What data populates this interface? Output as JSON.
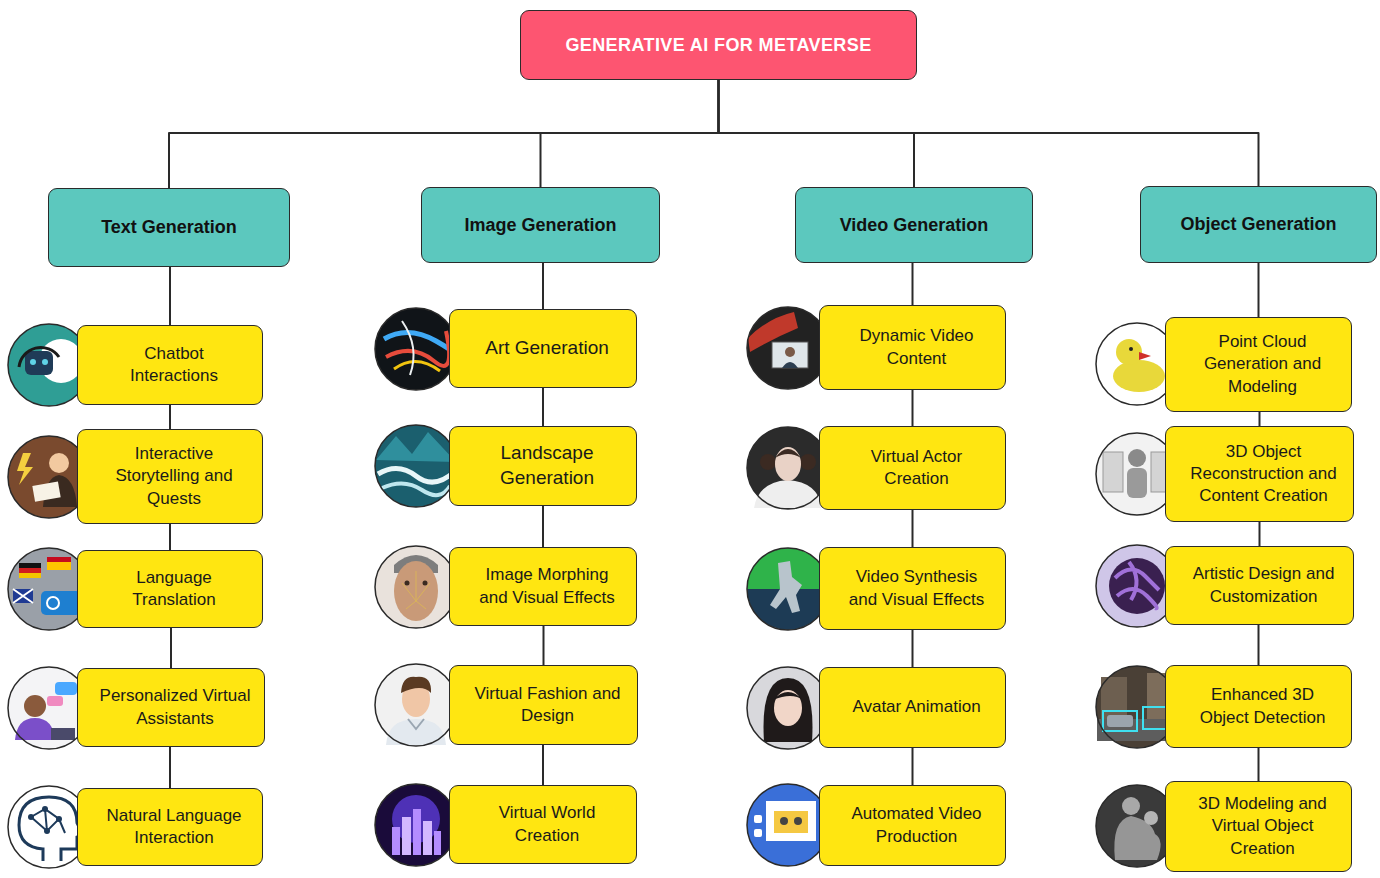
{
  "diagram": {
    "nodes": [
      {
        "text": [
          "GENERATIVE AI FOR METAVERSE"
        ]
      },
      {
        "text": [
          "Text Generation"
        ]
      },
      {
        "text": [
          "Image Generation"
        ]
      },
      {
        "text": [
          "Video Generation"
        ]
      },
      {
        "text": [
          "Object Generation"
        ]
      },
      {
        "text": [
          "Chatbot Interactions"
        ]
      },
      {
        "text": [
          "Interactive Storytelling and Quests"
        ]
      },
      {
        "text": [
          "Language Translation"
        ]
      },
      {
        "text": [
          "Personalized Virtual Assistants"
        ]
      },
      {
        "text": [
          "Natural Language Interaction"
        ]
      },
      {
        "text": [
          "Art Generation"
        ]
      },
      {
        "text": [
          "Landscape Generation"
        ]
      },
      {
        "text": [
          "Image Morphing and Visual Effects"
        ]
      },
      {
        "text": [
          "Virtual Fashion and Design"
        ]
      },
      {
        "text": [
          "Virtual World Creation"
        ]
      },
      {
        "text": [
          "Dynamic Video Content"
        ]
      },
      {
        "text": [
          "Virtual Actor Creation"
        ]
      },
      {
        "text": [
          "Video Synthesis and Visual Effects"
        ]
      },
      {
        "text": [
          "Avatar Animation"
        ]
      },
      {
        "text": [
          "Automated Video Production"
        ]
      },
      {
        "text": [
          "Point Cloud Generation and Modeling"
        ]
      },
      {
        "text": [
          "3D Object Reconstruction and Content Creation"
        ]
      },
      {
        "text": [
          "Artistic Design and Customization"
        ]
      },
      {
        "text": [
          "Enhanced 3D Object Detection"
        ]
      },
      {
        "text": [
          "3D Modeling and Virtual Object Creation"
        ]
      }
    ],
    "edges": [
      {
        "from": 0,
        "to": 1,
        "arrow": "none"
      },
      {
        "from": 0,
        "to": 2,
        "arrow": "none"
      },
      {
        "from": 0,
        "to": 3,
        "arrow": "none"
      },
      {
        "from": 0,
        "to": 4,
        "arrow": "none"
      },
      {
        "from": 1,
        "to": 5,
        "arrow": "none"
      },
      {
        "from": 5,
        "to": 6,
        "arrow": "none"
      },
      {
        "from": 6,
        "to": 7,
        "arrow": "none"
      },
      {
        "from": 7,
        "to": 8,
        "arrow": "none"
      },
      {
        "from": 8,
        "to": 9,
        "arrow": "none"
      },
      {
        "from": 2,
        "to": 10,
        "arrow": "none"
      },
      {
        "from": 10,
        "to": 11,
        "arrow": "none"
      },
      {
        "from": 11,
        "to": 12,
        "arrow": "none"
      },
      {
        "from": 12,
        "to": 13,
        "arrow": "none"
      },
      {
        "from": 13,
        "to": 14,
        "arrow": "none"
      },
      {
        "from": 3,
        "to": 15,
        "arrow": "none"
      },
      {
        "from": 15,
        "to": 16,
        "arrow": "none"
      },
      {
        "from": 16,
        "to": 17,
        "arrow": "none"
      },
      {
        "from": 17,
        "to": 18,
        "arrow": "none"
      },
      {
        "from": 18,
        "to": 19,
        "arrow": "none"
      },
      {
        "from": 4,
        "to": 20,
        "arrow": "none"
      },
      {
        "from": 20,
        "to": 21,
        "arrow": "none"
      },
      {
        "from": 21,
        "to": 22,
        "arrow": "none"
      },
      {
        "from": 22,
        "to": 23,
        "arrow": "none"
      },
      {
        "from": 23,
        "to": 24,
        "arrow": "none"
      }
    ]
  }
}
